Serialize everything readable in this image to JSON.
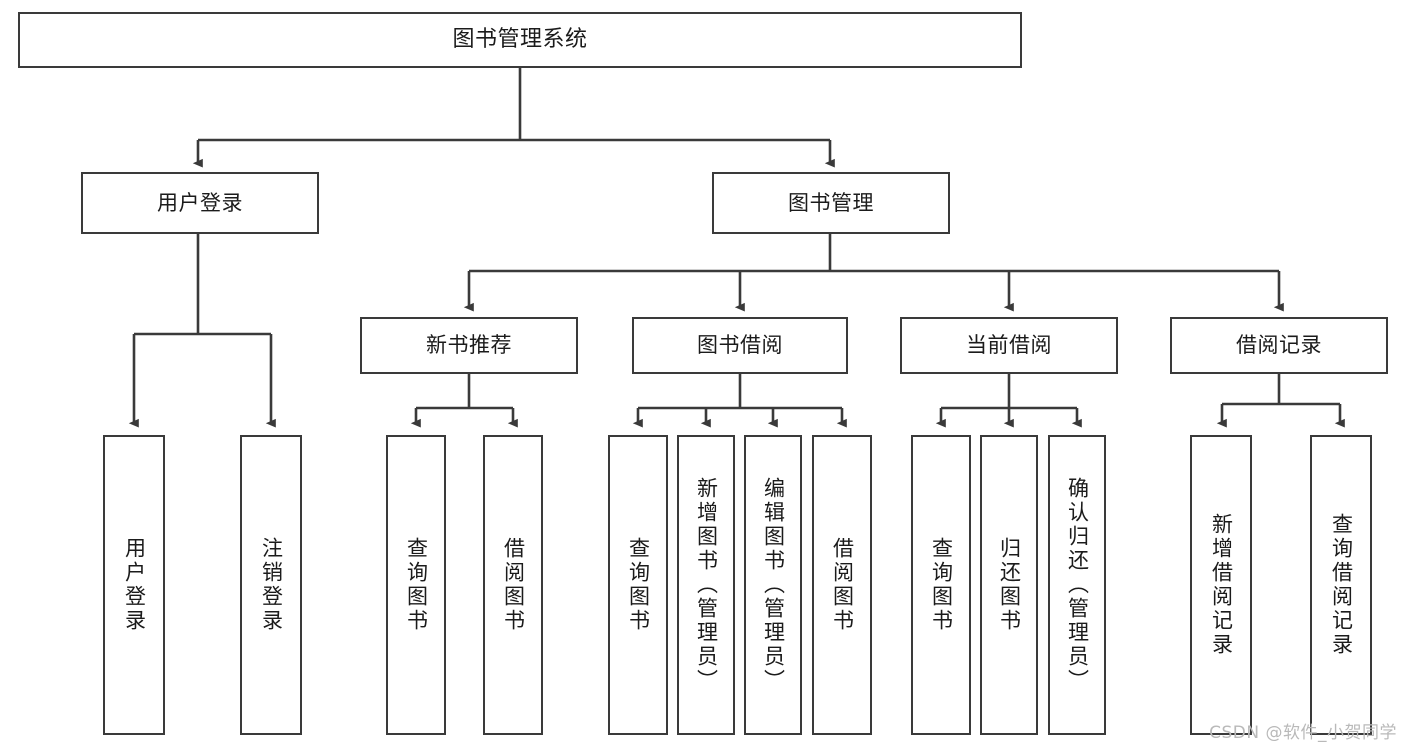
{
  "diagram": {
    "title": "图书管理系统",
    "type": "tree",
    "watermark": "CSDN @软件_小贺同学",
    "colors": {
      "box_border": "#3a3a3a",
      "box_fill": "#ffffff",
      "edge": "#3a3a3a",
      "text": "#1b1b1b",
      "watermark": "#b9b9b9",
      "background": "#ffffff"
    },
    "root": {
      "id": "root",
      "label": "图书管理系统"
    },
    "level1": [
      {
        "id": "user-login",
        "label": "用户登录"
      },
      {
        "id": "book-manage",
        "label": "图书管理"
      }
    ],
    "level2": [
      {
        "id": "new-book-recommend",
        "label": "新书推荐",
        "parent": "book-manage"
      },
      {
        "id": "book-borrow",
        "label": "图书借阅",
        "parent": "book-manage"
      },
      {
        "id": "current-borrow",
        "label": "当前借阅",
        "parent": "book-manage"
      },
      {
        "id": "borrow-record",
        "label": "借阅记录",
        "parent": "book-manage"
      }
    ],
    "leaves": [
      {
        "id": "leaf-user-login",
        "label": "用户登录",
        "parent": "user-login"
      },
      {
        "id": "leaf-user-logout",
        "label": "注销登录",
        "parent": "user-login"
      },
      {
        "id": "leaf-query-book-1",
        "label": "查询图书",
        "parent": "new-book-recommend"
      },
      {
        "id": "leaf-borrow-book-1",
        "label": "借阅图书",
        "parent": "new-book-recommend"
      },
      {
        "id": "leaf-query-book-2",
        "label": "查询图书",
        "parent": "book-borrow"
      },
      {
        "id": "leaf-add-book",
        "label": "新增图书（管理员）",
        "parent": "book-borrow"
      },
      {
        "id": "leaf-edit-book",
        "label": "编辑图书（管理员）",
        "parent": "book-borrow"
      },
      {
        "id": "leaf-borrow-book-2",
        "label": "借阅图书",
        "parent": "book-borrow"
      },
      {
        "id": "leaf-query-book-3",
        "label": "查询图书",
        "parent": "current-borrow"
      },
      {
        "id": "leaf-return-book",
        "label": "归还图书",
        "parent": "current-borrow"
      },
      {
        "id": "leaf-confirm-return",
        "label": "确认归还（管理员）",
        "parent": "current-borrow"
      },
      {
        "id": "leaf-add-record",
        "label": "新增借阅记录",
        "parent": "borrow-record"
      },
      {
        "id": "leaf-query-record",
        "label": "查询借阅记录",
        "parent": "borrow-record"
      }
    ]
  }
}
